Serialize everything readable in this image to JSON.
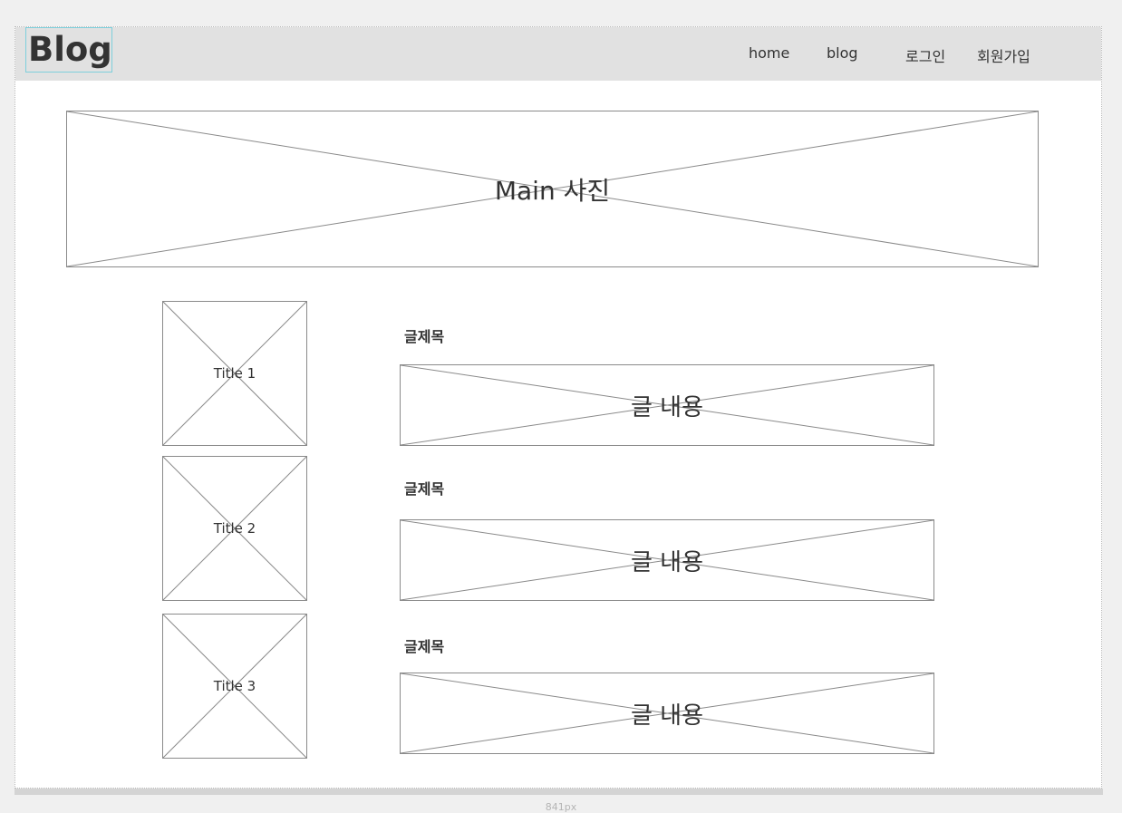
{
  "header": {
    "logo": "Blog",
    "nav": [
      "home",
      "blog",
      "로그인",
      "회원가입"
    ]
  },
  "hero": {
    "label": "Main 사진"
  },
  "posts": [
    {
      "thumb_label": "Title 1",
      "title": "글제목",
      "content_label": "글 내용"
    },
    {
      "thumb_label": "Title 2",
      "title": "글제목",
      "content_label": "글 내용"
    },
    {
      "thumb_label": "Title 3",
      "title": "글제목",
      "content_label": "글 내용"
    }
  ],
  "canvas": {
    "width_label": "841px"
  },
  "colors": {
    "header_bg": "#e1e1e1",
    "logo_border": "#7ecfdc",
    "placeholder_stroke": "#8a8a8a"
  }
}
